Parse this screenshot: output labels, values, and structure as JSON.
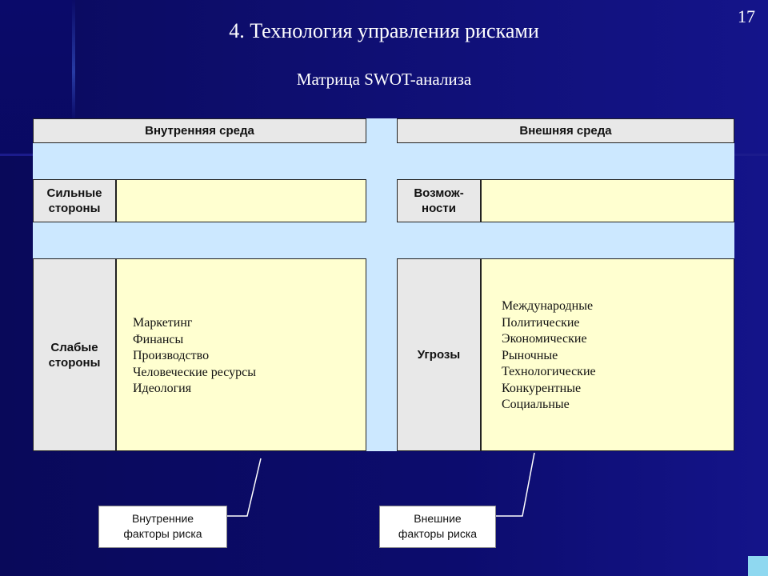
{
  "slide": {
    "number": "17",
    "title": "4. Технология управления рисками",
    "subtitle": "Матрица SWOT-анализа"
  },
  "matrix": {
    "internal": {
      "header": "Внутренняя среда",
      "strengths_label": [
        "Сильные",
        "стороны"
      ],
      "weaknesses_label": [
        "Слабые",
        "стороны"
      ],
      "weaknesses_items": [
        "Маркетинг",
        "Финансы",
        "Производство",
        "Человеческие ресурсы",
        "Идеология"
      ]
    },
    "external": {
      "header": "Внешняя среда",
      "opportunities_label": [
        "Возмож-",
        "ности"
      ],
      "threats_label": [
        "Угрозы"
      ],
      "threats_items": [
        "Международные",
        "Политические",
        "Экономические",
        "Рыночные",
        "Технологические",
        "Конкурентные",
        "Социальные"
      ]
    }
  },
  "callouts": {
    "internal": [
      "Внутренние",
      "факторы риска"
    ],
    "external": [
      "Внешние",
      "факторы риска"
    ]
  },
  "colors": {
    "background": "#0a0a5e",
    "header_fill": "#e8e8e8",
    "content_fill": "#ffffd0",
    "band_fill": "#cce8ff"
  }
}
